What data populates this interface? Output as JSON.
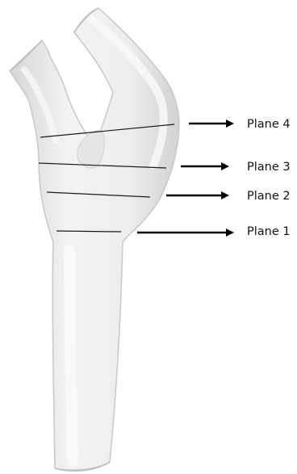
{
  "figure": {
    "planes": [
      {
        "label": "Plane 4"
      },
      {
        "label": "Plane 3"
      },
      {
        "label": "Plane 2"
      },
      {
        "label": "Plane 1"
      }
    ],
    "colors": {
      "vessel_fill": "#ececec",
      "vessel_outline": "#c8c8c8",
      "plane_line": "#1a1a1a",
      "arrow": "#000000",
      "label": "#111111"
    }
  }
}
